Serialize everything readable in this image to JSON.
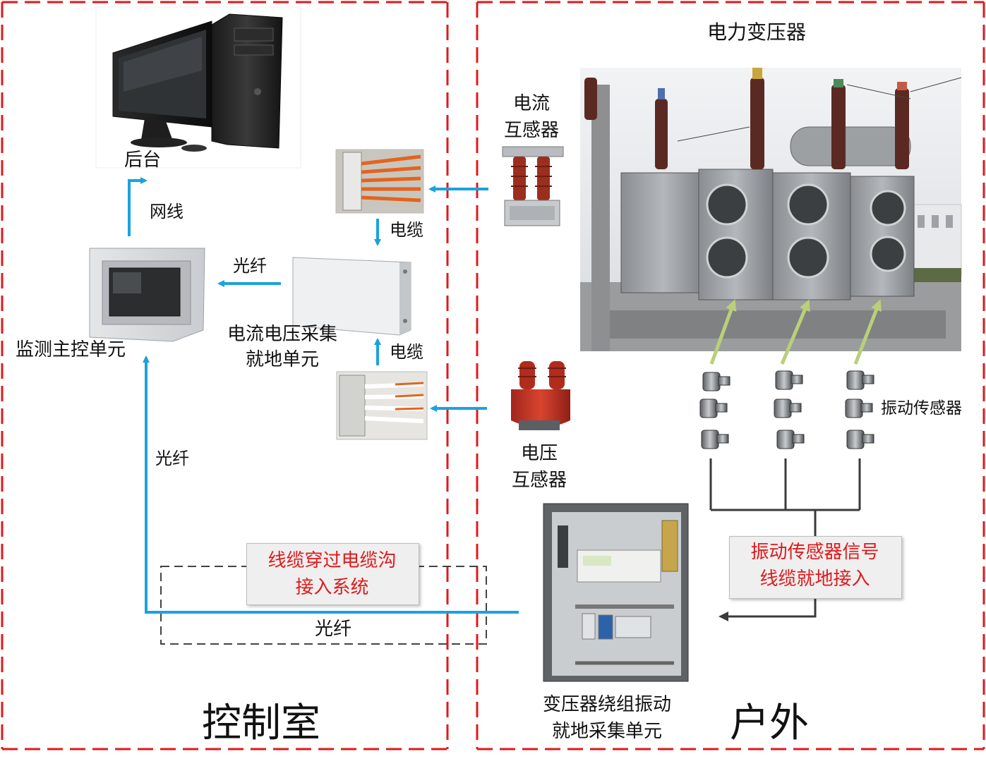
{
  "zones": {
    "control_room": "控制室",
    "outdoor": "户外"
  },
  "devices": {
    "backend": "后台",
    "monitor_unit": "监测主控单元",
    "acq_unit_line1": "电流电压采集",
    "acq_unit_line2": "就地单元",
    "ct_line1": "电流",
    "ct_line2": "互感器",
    "vt_line1": "电压",
    "vt_line2": "互感器",
    "transformer": "电力变压器",
    "vib_sensor": "振动传感器",
    "vib_unit_line1": "变压器绕组振动",
    "vib_unit_line2": "就地采集单元"
  },
  "links": {
    "network_cable": "网线",
    "fiber_top": "光纤",
    "fiber_left": "光纤",
    "fiber_bottom": "光纤",
    "cable_top": "电缆",
    "cable_bottom": "电缆"
  },
  "callouts": {
    "cable_trench_line1": "线缆穿过电缆沟",
    "cable_trench_line2": "接入系统",
    "sensor_signal_line1": "振动传感器信号",
    "sensor_signal_line2": "线缆就地接入"
  },
  "colors": {
    "zone_border": "#e0191b",
    "link_blue": "#1aa3dc",
    "callout_text": "#e0191b",
    "sensor_arrow": "#b9cf7a",
    "cable_dark": "#3a3a3a"
  }
}
